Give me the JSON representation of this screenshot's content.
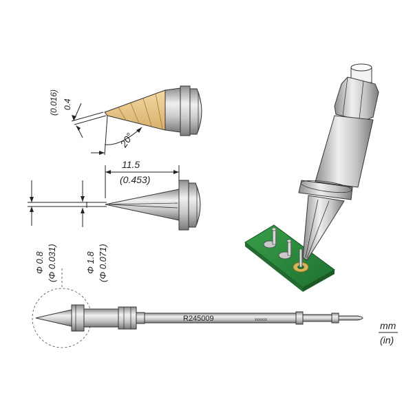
{
  "tip_thickness": {
    "mm": "0.4",
    "in": "(0.016)"
  },
  "angle": {
    "value": "20°"
  },
  "length": {
    "mm": "11.5",
    "in": "(0.453)"
  },
  "tip_diameter": {
    "mm": "Φ 0.8",
    "in": "(Φ 0.031)"
  },
  "body_diameter": {
    "mm": "Φ 1.8",
    "in": "(Φ 0.071)"
  },
  "cartridge": {
    "part_number": "R245009",
    "marking": "xxxxxx"
  },
  "units": {
    "mm": "mm",
    "in": "(in)"
  },
  "colors": {
    "gray": "#c8c8c8",
    "gray_dark": "#8c8c8c",
    "tan": "#e8c68a",
    "pcb": "#2e8b3e",
    "pad": "#d7b55a"
  }
}
